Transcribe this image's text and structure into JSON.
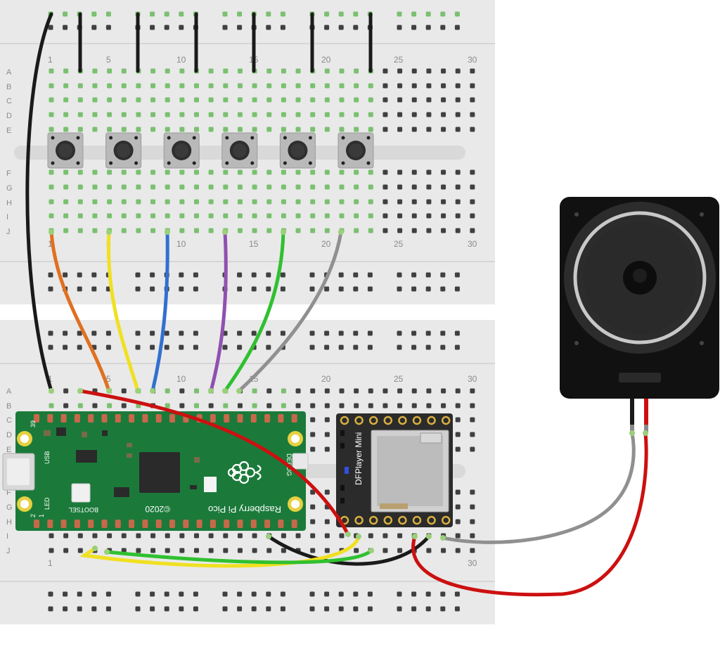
{
  "breadboard": {
    "row_labels": [
      "A",
      "B",
      "C",
      "D",
      "E",
      "F",
      "G",
      "H",
      "I",
      "J"
    ],
    "column_labels": [
      "1",
      "5",
      "10",
      "15",
      "20",
      "25",
      "30"
    ]
  },
  "pico": {
    "brand": "Raspberry Pi Pico",
    "year": "©2020",
    "usb_label": "USB",
    "led_label": "LED",
    "bootsel_label": "BOOTSEL",
    "debug_label": "DEBUG",
    "pin_39": "39",
    "pin_2": "2",
    "pin_1": "1",
    "board_color": "#1b7a3a"
  },
  "dfplayer": {
    "label": "DFPlayer Mini",
    "board_color": "#2b2b2b"
  },
  "speaker": {
    "color": "#111111"
  },
  "buttons": {
    "count": 6
  },
  "wire_colors": {
    "orange": "#e07020",
    "yellow": "#f0e020",
    "blue": "#3070d0",
    "purple": "#9050b0",
    "green": "#30c030",
    "gray": "#909090",
    "black": "#1a1a1a",
    "red": "#cc1010"
  }
}
